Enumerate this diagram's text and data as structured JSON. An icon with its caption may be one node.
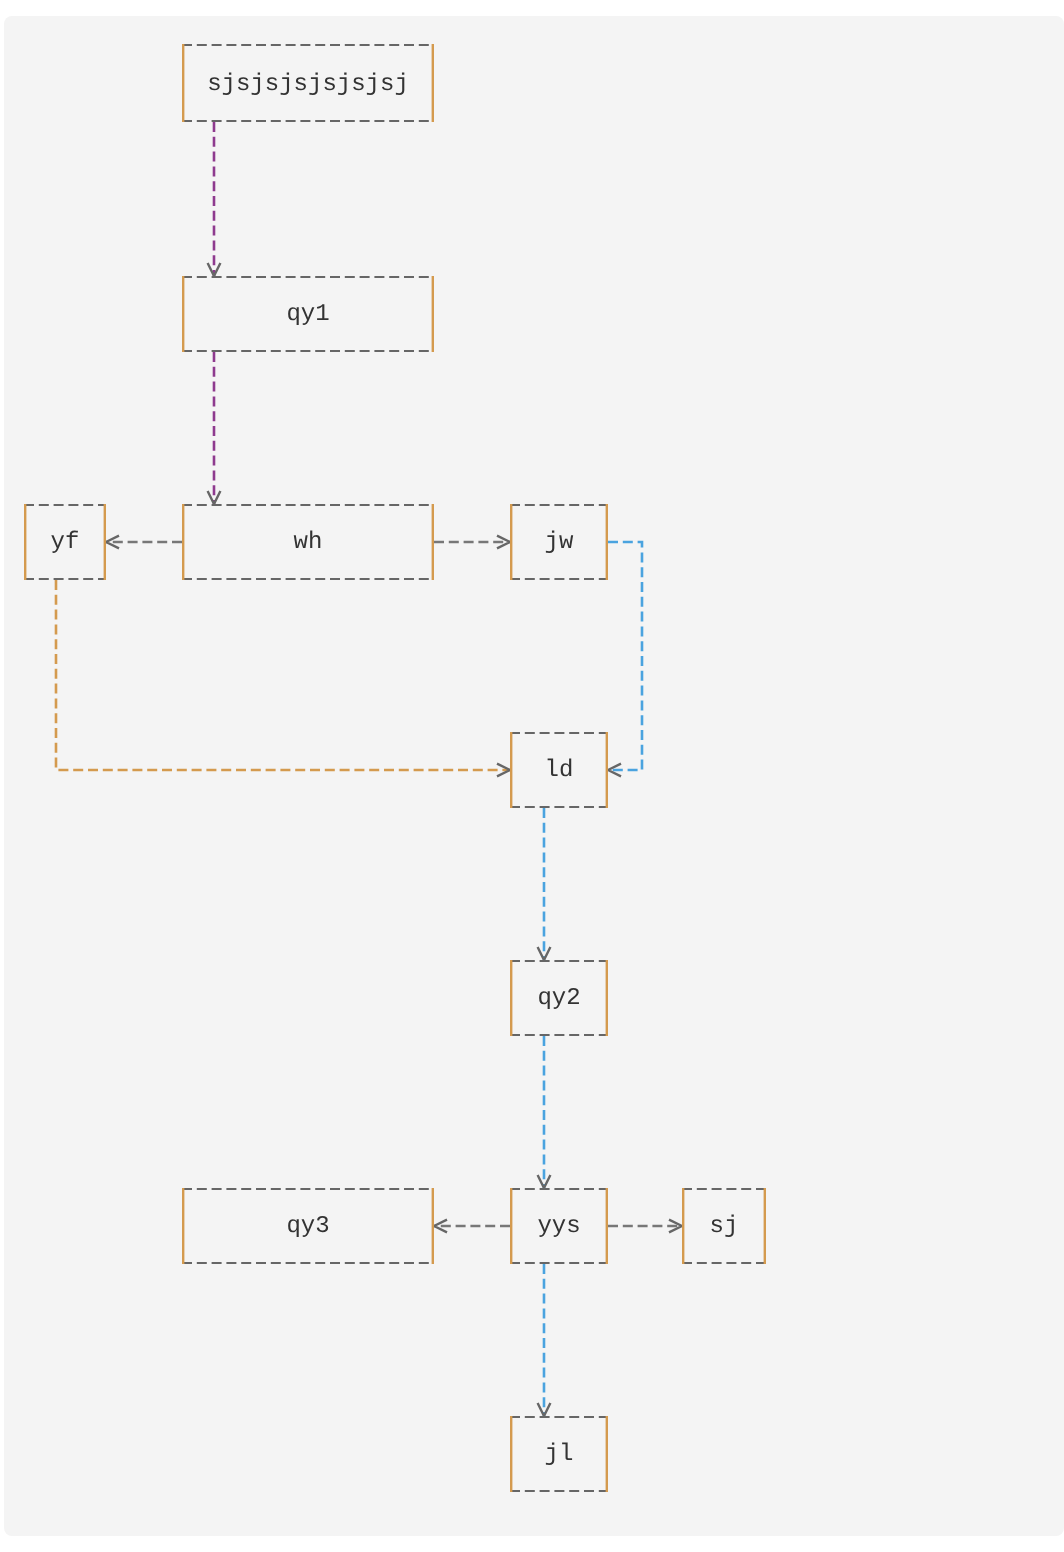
{
  "diagram": {
    "nodes": [
      {
        "text": [
          "sjsjsjsjsjsjsj"
        ]
      },
      {
        "text": [
          "qy1"
        ]
      },
      {
        "text": [
          "yf"
        ]
      },
      {
        "text": [
          "wh"
        ]
      },
      {
        "text": [
          "jw"
        ]
      },
      {
        "text": [
          "ld"
        ]
      },
      {
        "text": [
          "qy2"
        ]
      },
      {
        "text": [
          "qy3"
        ]
      },
      {
        "text": [
          "yys"
        ]
      },
      {
        "text": [
          "sj"
        ]
      },
      {
        "text": [
          "jl"
        ]
      }
    ],
    "edges": [
      {
        "from": 0,
        "to": 1,
        "arrow": "to",
        "color": "#8e3a8e"
      },
      {
        "from": 1,
        "to": 3,
        "arrow": "to",
        "color": "#8e3a8e"
      },
      {
        "from": 3,
        "to": 2,
        "arrow": "to"
      },
      {
        "from": 3,
        "to": 4,
        "arrow": "to"
      },
      {
        "from": 2,
        "to": 5,
        "arrow": "to",
        "color": "#d49a4e"
      },
      {
        "from": 4,
        "to": 5,
        "arrow": "to",
        "color": "#4aa3df"
      },
      {
        "from": 5,
        "to": 6,
        "arrow": "to",
        "color": "#4aa3df"
      },
      {
        "from": 6,
        "to": 8,
        "arrow": "to",
        "color": "#4aa3df"
      },
      {
        "from": 8,
        "to": 7,
        "arrow": "to"
      },
      {
        "from": 8,
        "to": 9,
        "arrow": "to"
      },
      {
        "from": 8,
        "to": 10,
        "arrow": "to",
        "color": "#4aa3df"
      }
    ]
  }
}
